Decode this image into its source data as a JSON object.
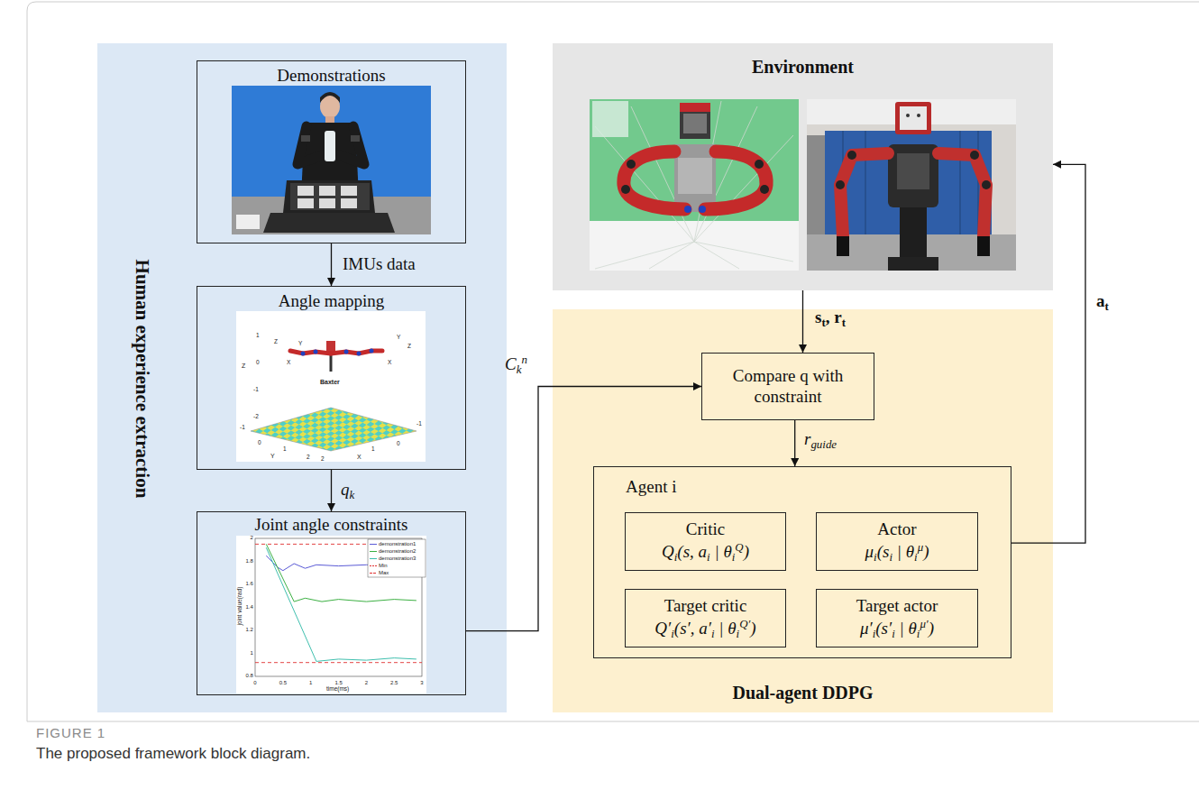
{
  "diagram": {
    "caption": "The proposed framework block diagram.",
    "nodes": [
      {
        "text": [
          "Human experience extraction"
        ]
      },
      {
        "text": [
          "Demonstrations"
        ],
        "in": 0
      },
      {
        "text": [
          "Angle mapping"
        ],
        "in": 0
      },
      {
        "text": [
          "Joint angle constraints"
        ],
        "in": 0
      },
      {
        "text": [
          "Environment"
        ]
      },
      {
        "text": [
          "Dual-agent DDPG"
        ]
      },
      {
        "text": [
          "Compare q with constraint"
        ],
        "in": 5
      },
      {
        "text": [
          "Agent i"
        ],
        "in": 5
      },
      {
        "text": [
          "Critic",
          "Qi(s, ai | θiQ)"
        ],
        "in": 7
      },
      {
        "text": [
          "Actor",
          "μi(si | θiμ)"
        ],
        "in": 7
      },
      {
        "text": [
          "Target critic",
          "Q′i(s′, a′i | θiQ′)"
        ],
        "in": 7
      },
      {
        "text": [
          "Target actor",
          "μ′i(s′i | θiμ′)"
        ],
        "in": 7
      }
    ],
    "edges": [
      {
        "from": 1,
        "to": 2,
        "label": "IMUs data",
        "arrow": "to"
      },
      {
        "from": 2,
        "to": 3,
        "label": "qk",
        "arrow": "to"
      },
      {
        "from": 4,
        "to": 6,
        "label": "st, rt",
        "arrow": "to"
      },
      {
        "from": 3,
        "to": 6,
        "label": "Ckn",
        "arrow": "to"
      },
      {
        "from": 6,
        "to": 7,
        "label": "rguide",
        "arrow": "to"
      },
      {
        "from": 7,
        "to": 4,
        "label": "at",
        "arrow": "to"
      }
    ],
    "labels": [
      "FIGURE 1",
      "demonstration1",
      "demonstration2",
      "demonstration3",
      "Min",
      "Max",
      "joint value(rad)",
      "time(ms)",
      "2",
      "1.8",
      "1.6",
      "1.4",
      "1.2",
      "1",
      "0.8",
      "0",
      "0.5",
      "1",
      "1.5",
      "2",
      "2.5",
      "3",
      "Baxter",
      "Z",
      "1",
      "0",
      "-1",
      "-2",
      "-1",
      "0",
      "1",
      "2",
      "Y",
      "2",
      "1",
      "0",
      "-1",
      "X",
      "Z",
      "Y",
      "X",
      "Y",
      "Z",
      "X"
    ]
  }
}
